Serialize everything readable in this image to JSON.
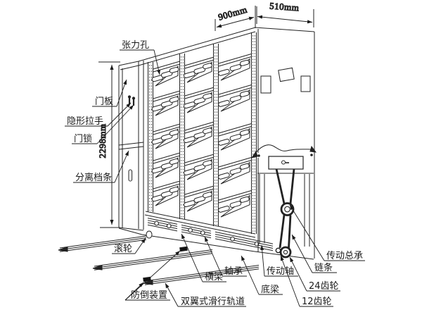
{
  "figure": {
    "kind": "technical-line-drawing",
    "subject": "compact mobile shelving cabinet with callout annotations",
    "background_color": "#ffffff",
    "line_color": "#222222"
  },
  "dimensions": {
    "top_width": "900mm",
    "side_depth": "510mm",
    "height": "2298mm"
  },
  "callouts": {
    "tension_hole": "张力孔",
    "door_panel": "门板",
    "hidden_handle": "隐形拉手",
    "door_lock": "门锁",
    "separator_strip": "分离档条",
    "roller": "滚轮",
    "anti_tip_device": "防倒装置",
    "double_wing_slide_track": "双翼式滑行轨道",
    "cross_beam": "横梁",
    "bearing": "轴承",
    "drive_shaft": "传动轴",
    "bottom_beam": "底梁",
    "transmission_assembly": "传动总承",
    "chain": "链条",
    "gear_24_tooth": "24齿轮",
    "gear_12_tooth": "12齿轮"
  }
}
